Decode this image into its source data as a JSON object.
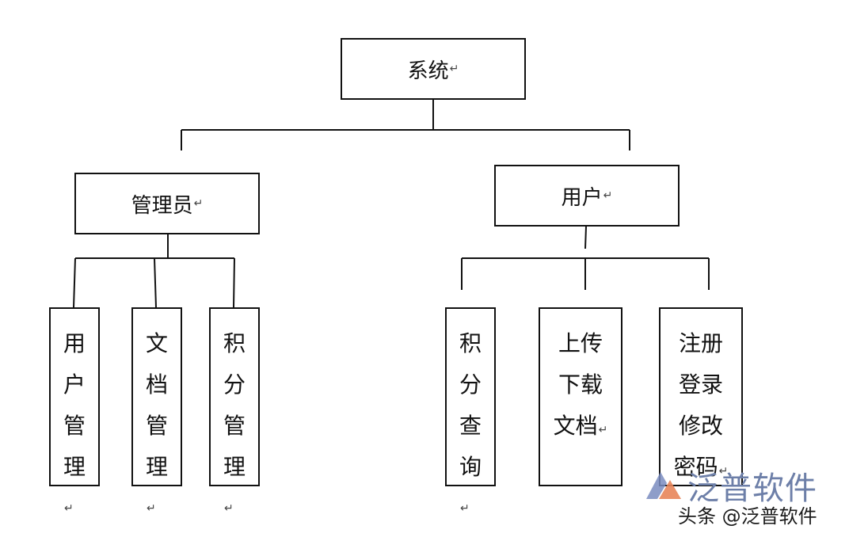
{
  "root": {
    "label": "系统"
  },
  "admin": {
    "label": "管理员",
    "children": [
      {
        "chars": [
          "用",
          "户",
          "管",
          "理"
        ]
      },
      {
        "chars": [
          "文",
          "档",
          "管",
          "理"
        ]
      },
      {
        "chars": [
          "积",
          "分",
          "管",
          "理"
        ]
      }
    ]
  },
  "user": {
    "label": "用户",
    "children": [
      {
        "lines": [
          "积",
          "分",
          "查",
          "询"
        ]
      },
      {
        "lines": [
          "上传",
          "下载",
          "文档"
        ]
      },
      {
        "lines": [
          "注册",
          "登录",
          "修改",
          "密码"
        ]
      }
    ]
  },
  "paragraph_mark": "↵",
  "watermark": {
    "brand": "泛普软件",
    "source": "头条 @泛普软件",
    "logo_colors": [
      "#e8855a",
      "#7a8cc0"
    ]
  }
}
